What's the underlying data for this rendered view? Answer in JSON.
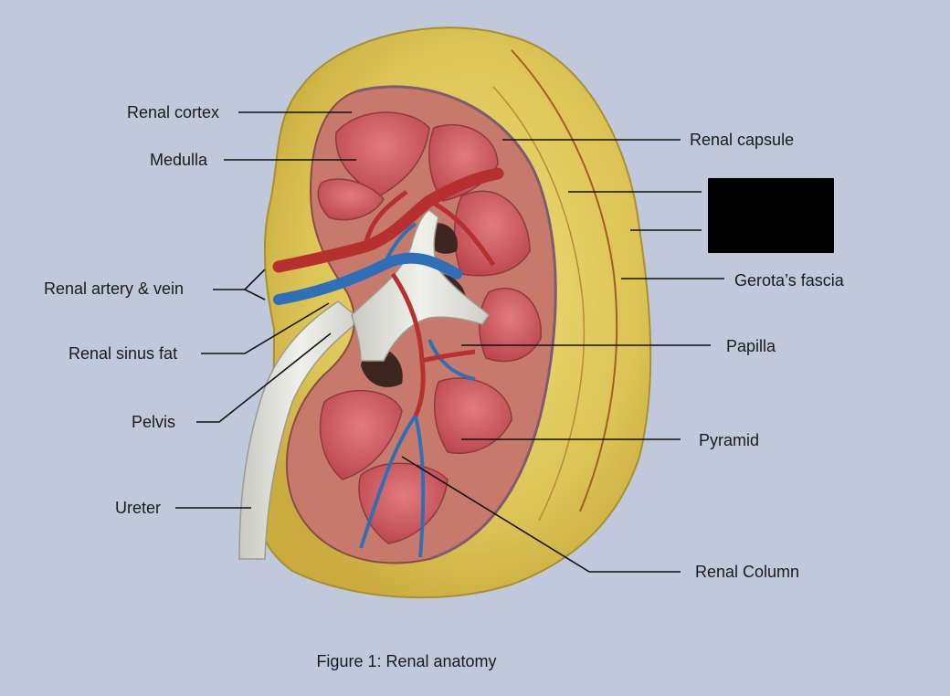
{
  "labels": {
    "renal_cortex": "Renal cortex",
    "medulla": "Medulla",
    "renal_artery_vein": "Renal artery & vein",
    "renal_sinus_fat": "Renal sinus fat",
    "pelvis": "Pelvis",
    "ureter": "Ureter",
    "renal_capsule": "Renal capsule",
    "gerotas_fascia": "Gerota’s fascia",
    "papilla": "Papilla",
    "pyramid": "Pyramid",
    "renal_column": "Renal Column"
  },
  "caption": "Figure 1: Renal anatomy",
  "colors": {
    "background": "#c0c9dc",
    "fat": "#e0c85a",
    "cortex": "#c5776a",
    "pyramid": "#c84f55",
    "artery": "#b5302e",
    "vein": "#2f6fb8",
    "pelvis": "#e2e2dc"
  }
}
